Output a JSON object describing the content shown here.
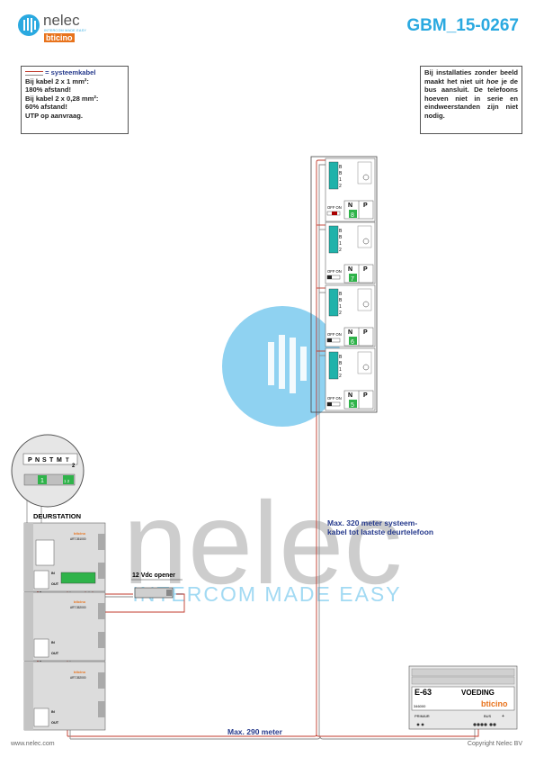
{
  "brand": {
    "name": "nelec",
    "tagline": "INTERCOM MADE EASY",
    "partner": "bticino",
    "accent": "#2aa9e0"
  },
  "document": {
    "title": "GBM_15-0267"
  },
  "note_left": {
    "legend": "= systeemkabel",
    "lines": [
      "Bij kabel 2 x 1 mm²:",
      "180% afstand!",
      "Bij kabel 2 x 0,28 mm²:",
      "60% afstand!",
      "UTP op aanvraag."
    ]
  },
  "note_right": {
    "part1": "Bij installaties zonder beeld maakt het niet uit ",
    "emph": "hoe",
    "part2": " je de bus aansluit. De telefoons hoeven niet in serie en eindweerstanden zijn niet nodig."
  },
  "phones": [
    {
      "terminals": [
        "B",
        "B",
        "1",
        "2"
      ],
      "switch": "OFF ON",
      "n_label": "N",
      "p_label": "P",
      "number": "8"
    },
    {
      "terminals": [
        "B",
        "B",
        "1",
        "2"
      ],
      "switch": "OFF ON",
      "n_label": "N",
      "p_label": "P",
      "number": "7"
    },
    {
      "terminals": [
        "B",
        "B",
        "1",
        "2"
      ],
      "switch": "OFF ON",
      "n_label": "N",
      "p_label": "P",
      "number": "6"
    },
    {
      "terminals": [
        "B",
        "B",
        "1",
        "2"
      ],
      "switch": "OFF ON",
      "n_label": "N",
      "p_label": "P",
      "number": "5"
    }
  ],
  "zoom": {
    "terminals": [
      "P",
      "N",
      "S",
      "T",
      "M",
      "T",
      "2"
    ],
    "number": "1",
    "side": "1 2"
  },
  "door_station": {
    "title": "DEURSTATION",
    "modules": [
      {
        "brand": "bticino",
        "code": "ART.351000",
        "in": "IN",
        "out": "OUT"
      },
      {
        "brand": "bticino",
        "code": "ART.352000",
        "in": "IN",
        "out": "OUT"
      },
      {
        "brand": "bticino",
        "code": "ART.352000",
        "in": "IN",
        "out": "OUT"
      }
    ]
  },
  "opener": {
    "label": "12 Vdc opener"
  },
  "distances": {
    "max_phone_1": "Max. 320 meter systeem-",
    "max_phone_2": "kabel tot laatste deurtelefoon",
    "max_door": "Max. 290 meter"
  },
  "power_supply": {
    "model": "E-63",
    "label": "VOEDING",
    "code": "346000",
    "brand": "bticino",
    "primair": "PRIMAIR",
    "bus": "BUS",
    "plus": "+"
  },
  "footer": {
    "left": "www.nelec.com",
    "right": "Copyright Nelec BV"
  },
  "colors": {
    "cable_red": "#c0392b",
    "cable_gray": "#8a8a8a",
    "terminal_green": "#2fb34a",
    "terminal_teal": "#20b2aa",
    "module_fill": "#dcdcdc"
  }
}
